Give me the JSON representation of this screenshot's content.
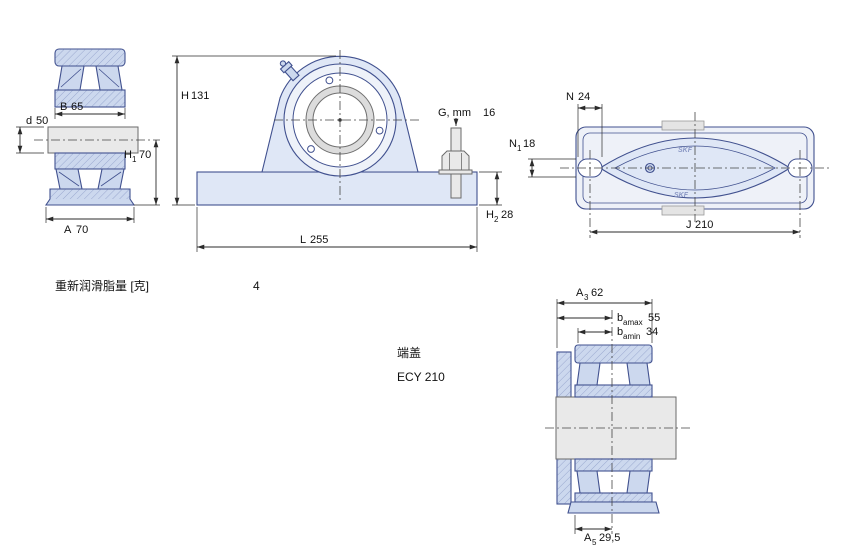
{
  "section_view": {
    "dim_B": {
      "label": "B",
      "value": "65"
    },
    "dim_d": {
      "label": "d",
      "value": "50"
    },
    "dim_H1": {
      "label": "H",
      "sub": "1",
      "value": "70"
    },
    "dim_A": {
      "label": "A",
      "value": "70"
    }
  },
  "front_view": {
    "dim_H": {
      "label": "H",
      "value": "131"
    },
    "dim_G": {
      "label": "G, mm",
      "value": "16"
    },
    "dim_L": {
      "label": "L",
      "value": "255"
    },
    "dim_H2": {
      "label": "H",
      "sub": "2",
      "value": "28"
    }
  },
  "plan_view": {
    "dim_N": {
      "label": "N",
      "value": "24"
    },
    "dim_N1": {
      "label": "N",
      "sub": "1",
      "value": "18"
    },
    "dim_J": {
      "label": "J",
      "value": "210"
    },
    "brand": "SKF"
  },
  "side_view": {
    "dim_A3": {
      "label": "A",
      "sub": "3",
      "value": "62"
    },
    "dim_bamax": {
      "label": "b",
      "sub": "amax",
      "value": "55"
    },
    "dim_bamin": {
      "label": "b",
      "sub": "amin",
      "value": "34"
    },
    "dim_A5": {
      "label": "A",
      "sub": "5",
      "value": "29,5"
    }
  },
  "notes": {
    "regrease_label": "重新润滑脂量 [克]",
    "regrease_value": "4",
    "endcap_label": "端盖",
    "endcap_value": "ECY 210"
  },
  "colors": {
    "part_outline": "#41518f",
    "part_fill": "#ccd8ee",
    "shaft_fill": "#e9e9e9",
    "dimension": "#2b2b2b"
  }
}
